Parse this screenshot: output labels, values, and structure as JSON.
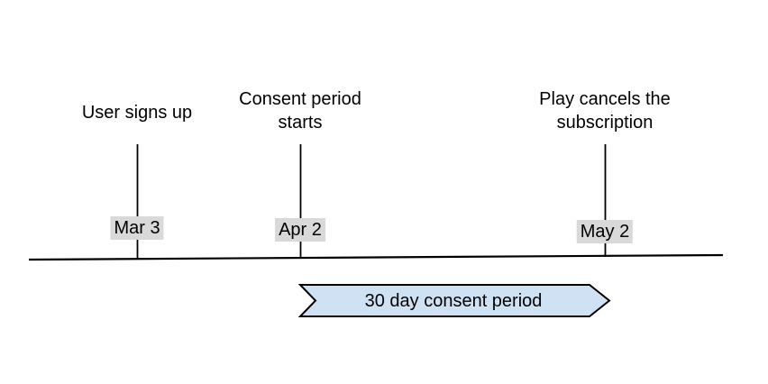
{
  "diagram": {
    "type": "timeline",
    "events": [
      {
        "label": "User signs up",
        "date": "Mar 3"
      },
      {
        "label": "Consent period starts",
        "date": "Apr 2"
      },
      {
        "label": "Play cancels the subscription",
        "date": "May 2"
      }
    ],
    "span_label": "30 day consent period"
  },
  "colors": {
    "background": "#ffffff",
    "text": "#000000",
    "line": "#000000",
    "date_chip_background": "#d9d9d9",
    "ribbon_fill": "#cfe2f3",
    "ribbon_border": "#000000"
  }
}
